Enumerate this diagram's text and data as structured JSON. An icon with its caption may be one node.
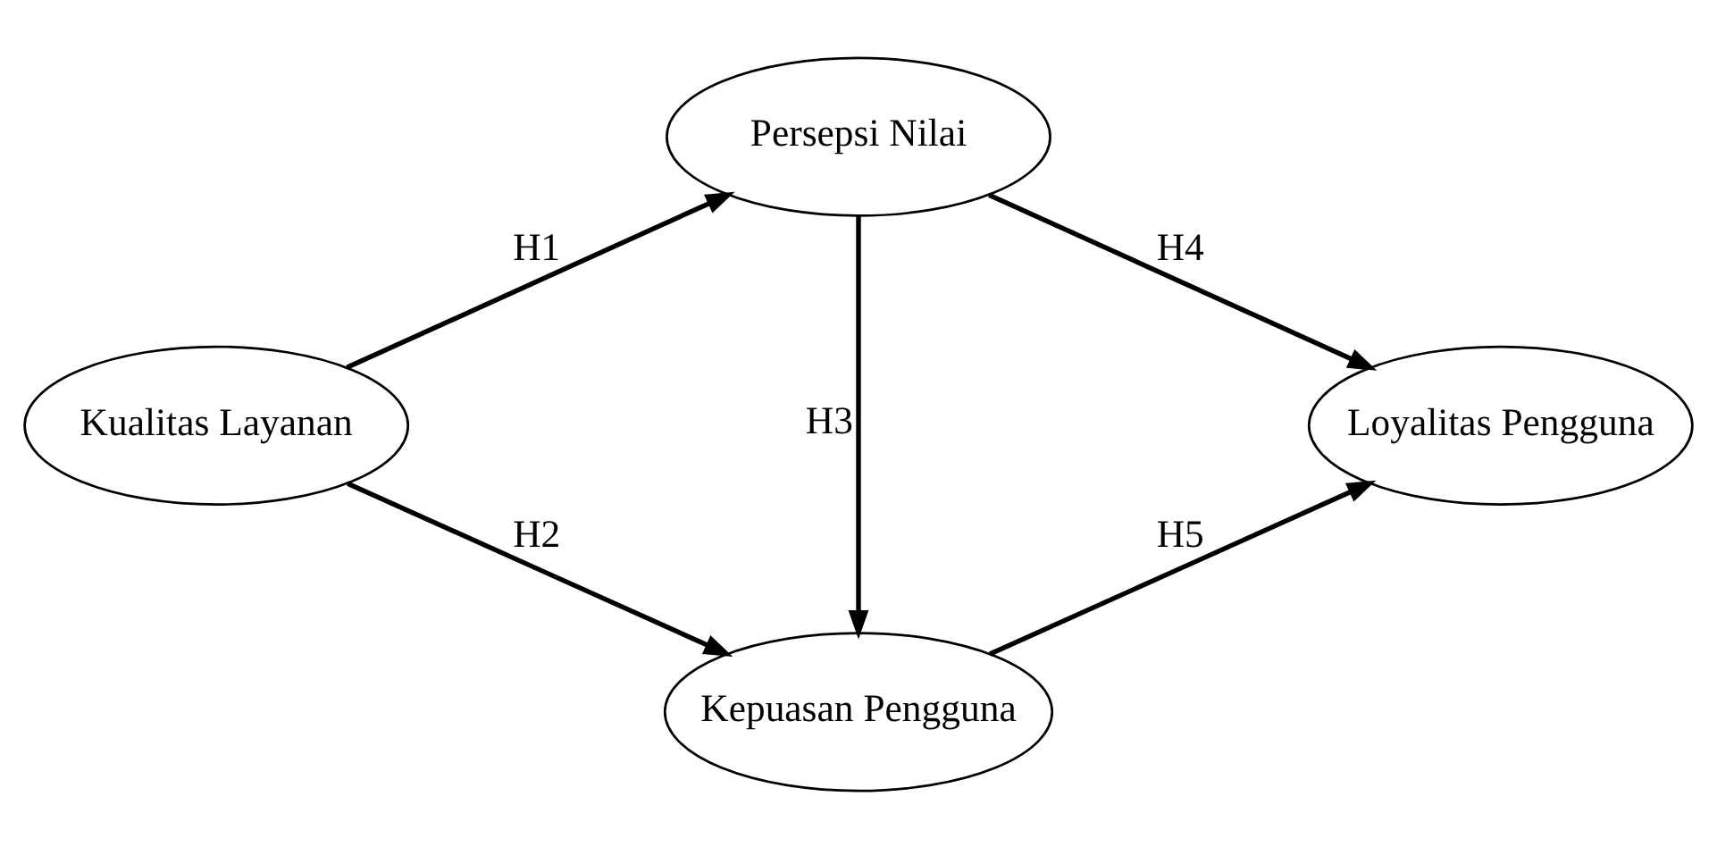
{
  "diagram": {
    "nodes": [
      {
        "text": [
          "Persepsi Nilai"
        ]
      },
      {
        "text": [
          "Kualitas Layanan"
        ]
      },
      {
        "text": [
          "Loyalitas Pengguna"
        ]
      },
      {
        "text": [
          "Kepuasan Pengguna"
        ]
      }
    ],
    "edges": [
      {
        "from": 1,
        "to": 0,
        "arrow": "to",
        "label": "H1"
      },
      {
        "from": 1,
        "to": 3,
        "arrow": "to",
        "label": "H2"
      },
      {
        "from": 0,
        "to": 3,
        "arrow": "to",
        "label": "H3"
      },
      {
        "from": 0,
        "to": 2,
        "arrow": "to",
        "label": "H4"
      },
      {
        "from": 3,
        "to": 2,
        "arrow": "to",
        "label": "H5"
      }
    ]
  }
}
